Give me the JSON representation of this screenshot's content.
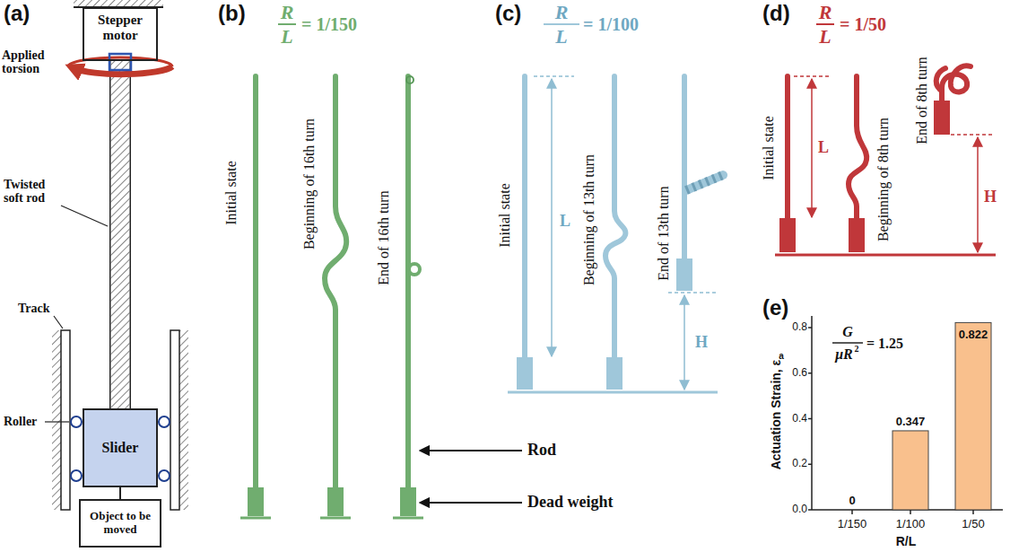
{
  "diagram": {
    "nodes": [
      {
        "text": [
          "Stepper motor"
        ]
      },
      {
        "text": [
          "Slider"
        ]
      },
      {
        "text": [
          "Object to be moved"
        ]
      }
    ],
    "edges": [
      {
        "from": 0,
        "to": 1,
        "arrow": "none"
      },
      {
        "from": 1,
        "to": 2,
        "arrow": "none"
      }
    ],
    "labels": [
      "(a)",
      "Applied torsion",
      "Twisted soft rod",
      "Track",
      "Roller",
      "(b)",
      "R",
      "L",
      "= 1/150",
      "Initial state",
      "Beginning of 16th turn",
      "End of 16th turn",
      "Rod",
      "Dead weight",
      "(c)",
      "R",
      "L",
      "= 1/100",
      "Initial state",
      "Beginning of 13th turn",
      "End of 13th turn",
      "L",
      "H",
      "(d)",
      "R",
      "L",
      "= 1/50",
      "Initial state",
      "L",
      "Beginning of 8th turn",
      "End of 8th turn",
      "H",
      "(e)",
      "G",
      "μR",
      "2",
      "= 1.25",
      "Actuation Strain, ε",
      "a",
      "0.0",
      "0.2",
      "0.4",
      "0.6",
      "0.8",
      "0",
      "0.347",
      "0.822",
      "1/150",
      "1/100",
      "1/50",
      "R/L"
    ]
  }
}
